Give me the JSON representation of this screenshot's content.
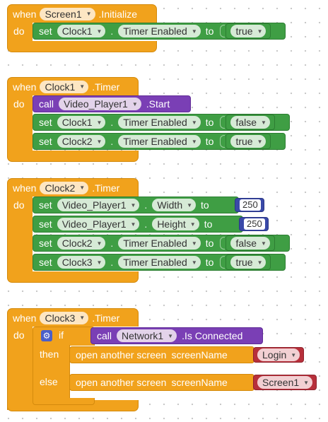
{
  "labels": {
    "when": "when",
    "do": "do",
    "set": "set",
    "to": "to",
    "call": "call",
    "dot": ".",
    "if": "if",
    "then": "then",
    "else": "else"
  },
  "blocks": [
    {
      "event_component": "Screen1",
      "event_name": ".Initialize",
      "statements": [
        {
          "component": "Clock1",
          "property": "Timer Enabled",
          "value": "true"
        }
      ]
    },
    {
      "event_component": "Clock1",
      "event_name": ".Timer",
      "call": {
        "component": "Video_Player1",
        "method": ".Start"
      },
      "statements": [
        {
          "component": "Clock1",
          "property": "Timer Enabled",
          "value": "false"
        },
        {
          "component": "Clock2",
          "property": "Timer Enabled",
          "value": "true"
        }
      ]
    },
    {
      "event_component": "Clock2",
      "event_name": ".Timer",
      "statements": [
        {
          "component": "Video_Player1",
          "property": "Width",
          "value": "250"
        },
        {
          "component": "Video_Player1",
          "property": "Height",
          "value": "250"
        },
        {
          "component": "Clock2",
          "property": "Timer Enabled",
          "value": "false"
        },
        {
          "component": "Clock3",
          "property": "Timer Enabled",
          "value": "true"
        }
      ]
    },
    {
      "event_component": "Clock3",
      "event_name": ".Timer",
      "condition": {
        "component": "Network1",
        "method": ".Is Connected"
      },
      "then": {
        "action": "open another screen",
        "param": "screenName",
        "value": "Login"
      },
      "else": {
        "action": "open another screen",
        "param": "screenName",
        "value": "Screen1"
      }
    }
  ],
  "colors": {
    "control_orange": "#f1a21c",
    "component_green": "#3f9e44",
    "procedure_purple": "#7a3fb5",
    "math_blue": "#3a49a8",
    "text_red": "#b7303b"
  },
  "icons": {
    "mutator": "gear-icon",
    "dropdown": "chevron-down-icon"
  }
}
